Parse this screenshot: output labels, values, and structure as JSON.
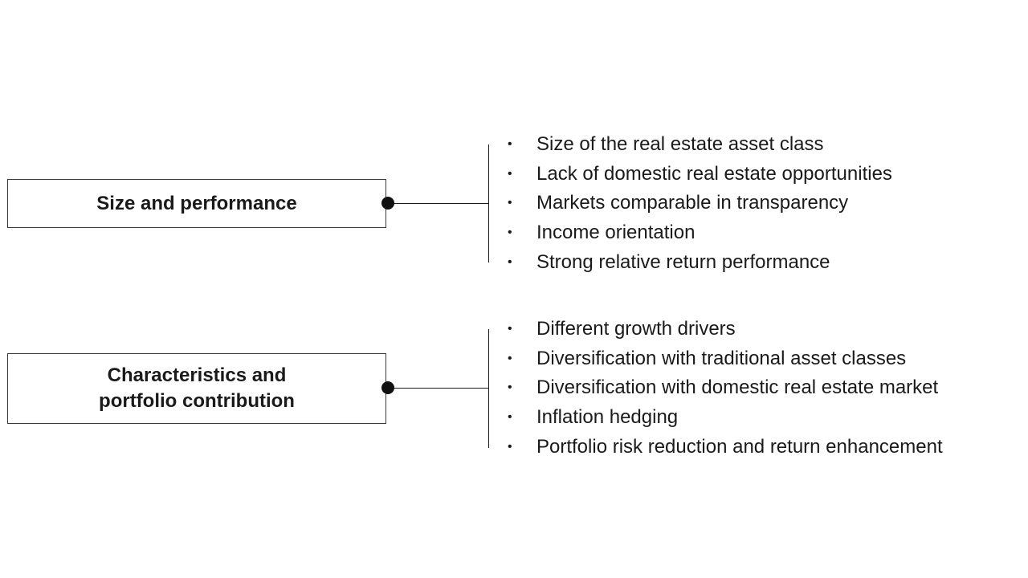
{
  "groups": [
    {
      "category": "Size and performance",
      "items": [
        "Size of the real estate asset class",
        "Lack of domestic real estate opportunities",
        "Markets comparable in transparency",
        "Income orientation",
        "Strong relative return performance"
      ]
    },
    {
      "category": "Characteristics and portfolio contribution",
      "category_lines": [
        "Characteristics and",
        "portfolio contribution"
      ],
      "items": [
        "Different growth drivers",
        "Diversification with traditional asset classes",
        "Diversification with domestic real estate market",
        "Inflation hedging",
        "Portfolio risk reduction and return enhancement"
      ]
    }
  ],
  "bullet_glyph": "•"
}
